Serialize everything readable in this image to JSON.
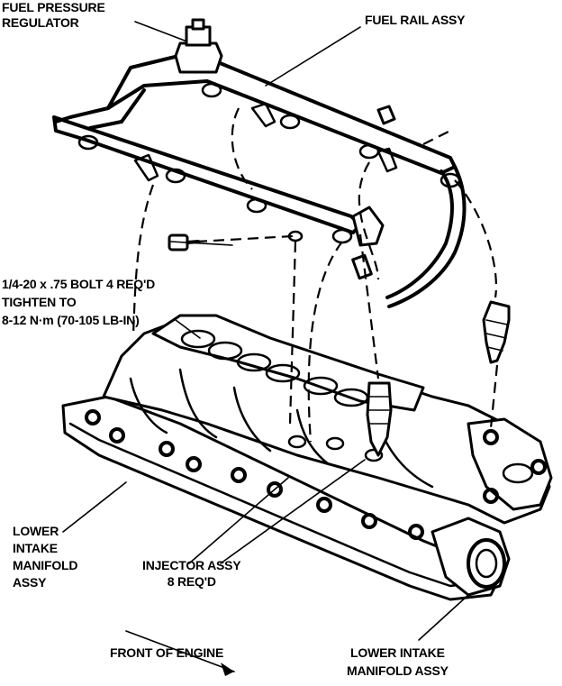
{
  "labels": {
    "regulator": "FUEL PRESSURE\nREGULATOR",
    "fuel_rail": "FUEL RAIL ASSY",
    "bolt": "1/4-20 x .75 BOLT 4 REQ'D\nTIGHTEN TO\n8-12 N·m (70-105 LB-IN)",
    "lower_intake_left": "LOWER\nINTAKE\nMANIFOLD\nASSY",
    "injector": "INJECTOR ASSY\n8 REQ'D",
    "front": "FRONT OF ENGINE",
    "lower_intake_right": "LOWER INTAKE\nMANIFOLD ASSY"
  }
}
